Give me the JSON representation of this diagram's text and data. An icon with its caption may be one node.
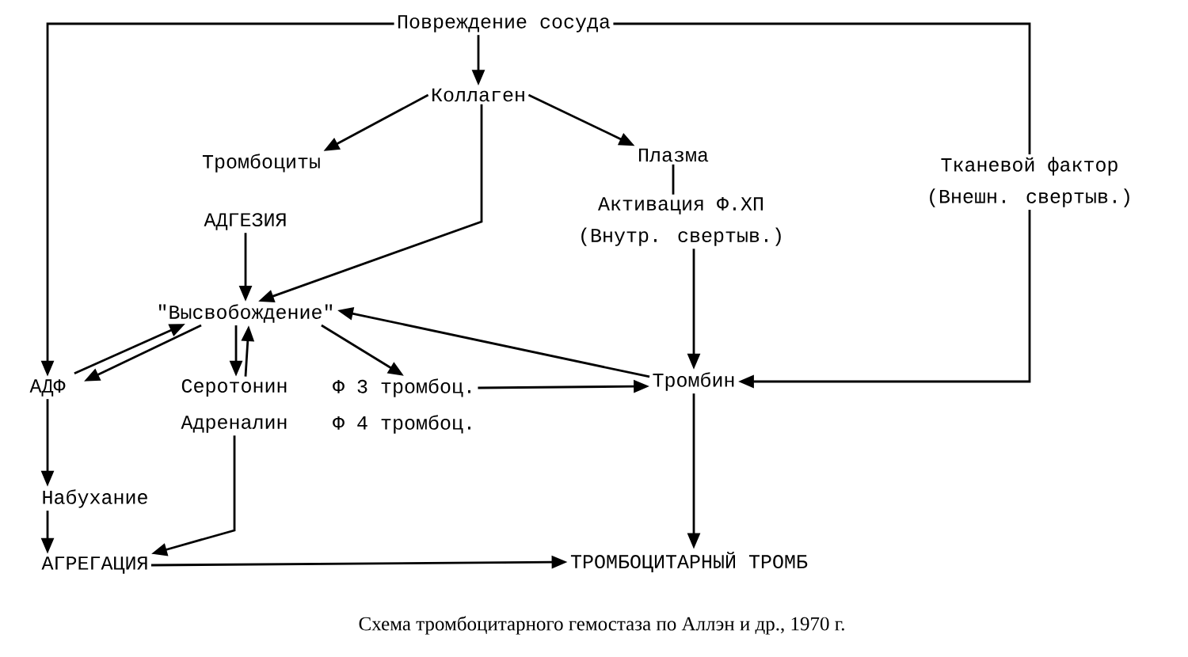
{
  "diagram": {
    "caption": "Схема тромбоцитарного гемостаза по Аллэн и др., 1970 г.",
    "nodes": [
      {
        "text": [
          "Повреждение сосуда"
        ]
      },
      {
        "text": [
          "Коллаген"
        ]
      },
      {
        "text": [
          "Тромбоциты"
        ]
      },
      {
        "text": [
          "Плазма"
        ]
      },
      {
        "text": [
          "Тканевой фактор",
          "(Внешн. свертыв.)"
        ]
      },
      {
        "text": [
          "АДГЕЗИЯ"
        ]
      },
      {
        "text": [
          "Активация Ф.ХП",
          "(Внутр. свертыв.)"
        ]
      },
      {
        "text": [
          "\"Высвобождение\""
        ]
      },
      {
        "text": [
          "АДФ"
        ]
      },
      {
        "text": [
          "Серотонин"
        ]
      },
      {
        "text": [
          "Ф 3 тромбоц."
        ]
      },
      {
        "text": [
          "Тромбин"
        ]
      },
      {
        "text": [
          "Адреналин"
        ]
      },
      {
        "text": [
          "Ф 4 тромбоц."
        ]
      },
      {
        "text": [
          "Набухание"
        ]
      },
      {
        "text": [
          "АГРЕГАЦИЯ"
        ]
      },
      {
        "text": [
          "ТРОМБОЦИТАРНЫЙ ТРОМБ"
        ]
      }
    ],
    "edges": [
      {
        "from": 0,
        "to": 1,
        "arrow": "to"
      },
      {
        "from": 1,
        "to": 2,
        "arrow": "to"
      },
      {
        "from": 1,
        "to": 3,
        "arrow": "to"
      },
      {
        "from": 1,
        "to": 7,
        "arrow": "to"
      },
      {
        "from": 0,
        "to": 8,
        "arrow": "to"
      },
      {
        "from": 0,
        "to": 4,
        "arrow": "none"
      },
      {
        "from": 4,
        "to": 11,
        "arrow": "to"
      },
      {
        "from": 3,
        "to": 6,
        "arrow": "none"
      },
      {
        "from": 6,
        "to": 11,
        "arrow": "to"
      },
      {
        "from": 5,
        "to": 7,
        "arrow": "to"
      },
      {
        "from": 8,
        "to": 7,
        "arrow": "to"
      },
      {
        "from": 7,
        "to": 8,
        "arrow": "to"
      },
      {
        "from": 7,
        "to": 9,
        "arrow": "to"
      },
      {
        "from": 9,
        "to": 7,
        "arrow": "to"
      },
      {
        "from": 7,
        "to": 10,
        "arrow": "to"
      },
      {
        "from": 11,
        "to": 7,
        "arrow": "to"
      },
      {
        "from": 10,
        "to": 11,
        "arrow": "to"
      },
      {
        "from": 8,
        "to": 14,
        "arrow": "to"
      },
      {
        "from": 14,
        "to": 15,
        "arrow": "to"
      },
      {
        "from": 12,
        "to": 15,
        "arrow": "to"
      },
      {
        "from": 15,
        "to": 16,
        "arrow": "to"
      },
      {
        "from": 11,
        "to": 16,
        "arrow": "to"
      }
    ]
  }
}
